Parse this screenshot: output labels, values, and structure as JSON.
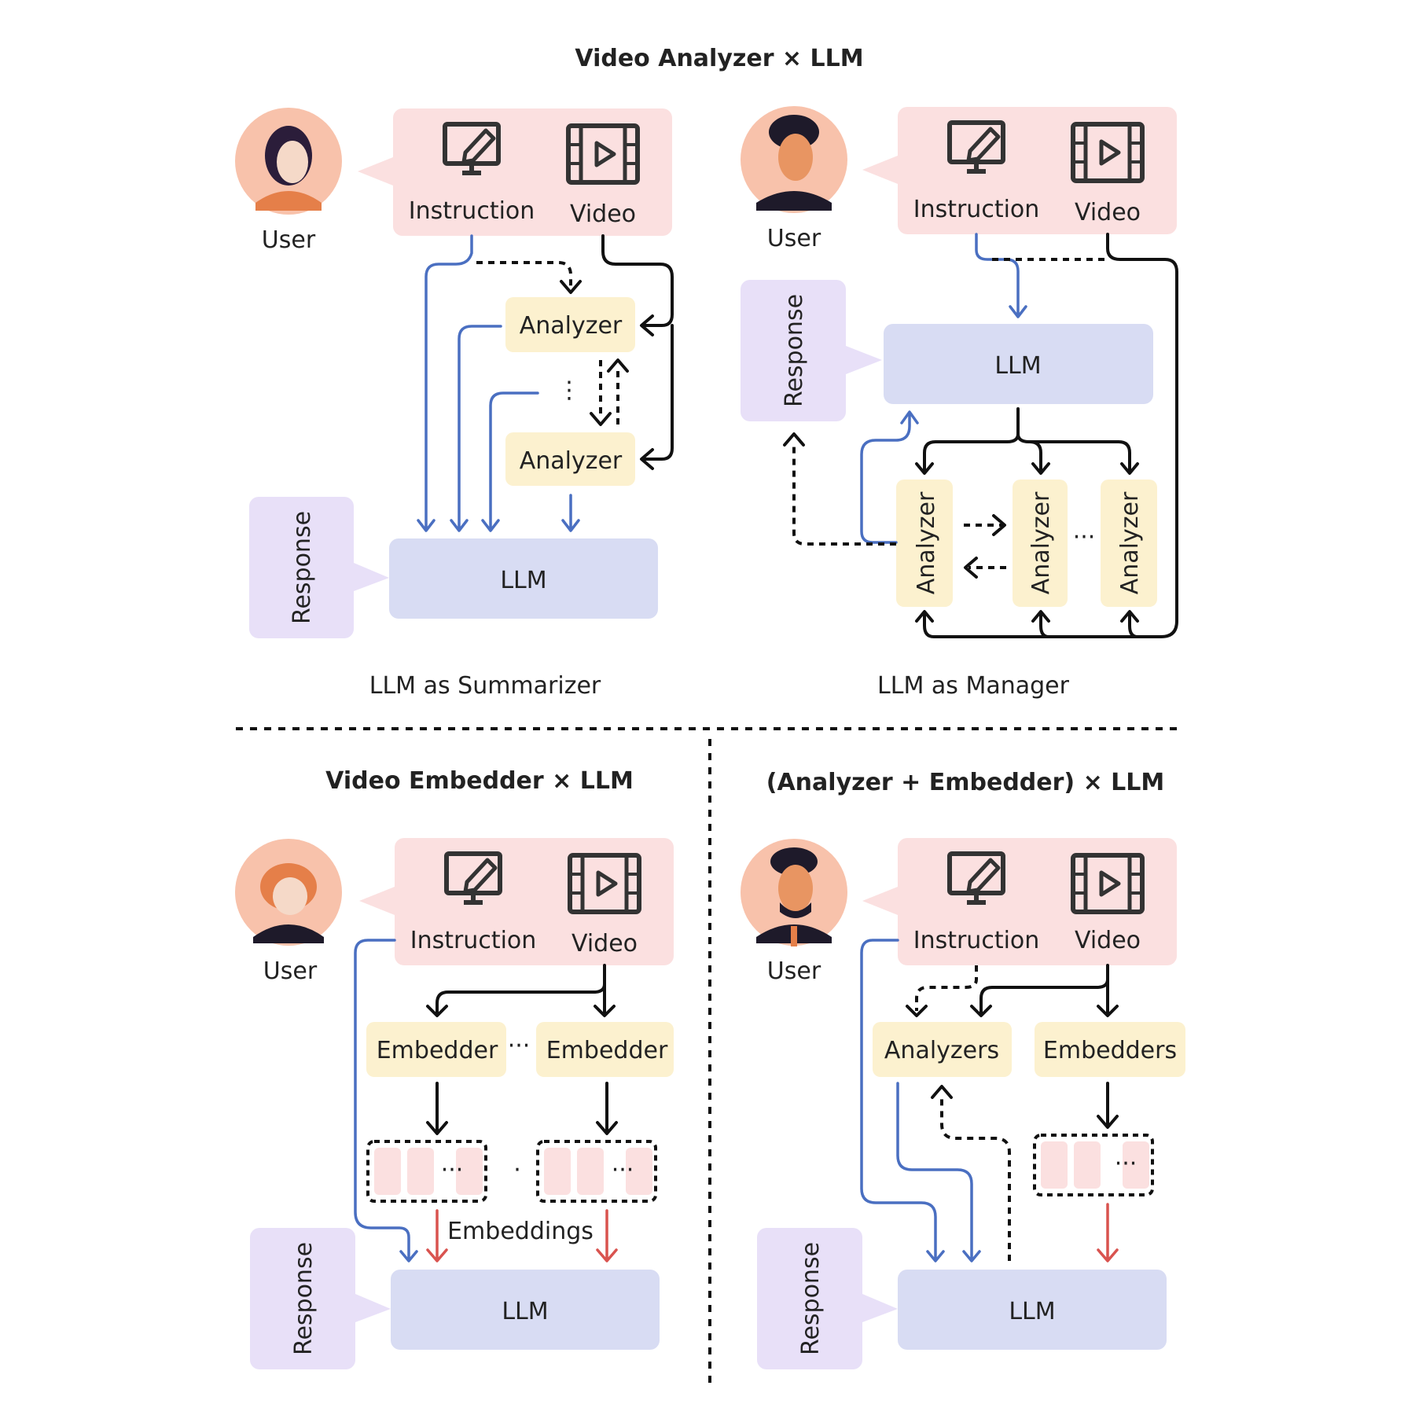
{
  "colors": {
    "request_bg": "#fbe0e0",
    "analyzer_bg": "#fcf1cf",
    "llm_bg": "#d8dcf3",
    "response_bg": "#e8e0f8",
    "avatar_bg": "#f8c2ab",
    "instruction_arrow": "#4a6fc1",
    "embedding_arrow": "#d9534f",
    "control_arrow": "#111111"
  },
  "icons": [
    "edit-monitor-icon",
    "video-film-icon",
    "user-avatar-icon"
  ],
  "panels": {
    "summarizer": {
      "title": "Video Analyzer × LLM",
      "user": "User",
      "instruction": "Instruction",
      "video": "Video",
      "analyzer_1": "Analyzer",
      "analyzer_2": "Analyzer",
      "ellipsis": "⋮",
      "llm": "LLM",
      "response": "Response",
      "caption": "LLM as Summarizer"
    },
    "manager": {
      "user": "User",
      "instruction": "Instruction",
      "video": "Video",
      "response": "Response",
      "llm": "LLM",
      "analyzer_1": "Analyzer",
      "analyzer_2": "Analyzer",
      "analyzer_3": "Analyzer",
      "ellipsis": "···",
      "caption": "LLM as Manager"
    },
    "embedder": {
      "title": "Video Embedder × LLM",
      "user": "User",
      "instruction": "Instruction",
      "video": "Video",
      "embedder_1": "Embedder",
      "embedder_2": "Embedder",
      "ellipsis": "···",
      "token_ellipsis": "···",
      "embeddings": "Embeddings",
      "llm": "LLM",
      "response": "Response"
    },
    "hybrid": {
      "title": "(Analyzer + Embedder) × LLM",
      "user": "User",
      "instruction": "Instruction",
      "video": "Video",
      "analyzers": "Analyzers",
      "embedders": "Embedders",
      "token_ellipsis": "···",
      "llm": "LLM",
      "response": "Response"
    }
  }
}
